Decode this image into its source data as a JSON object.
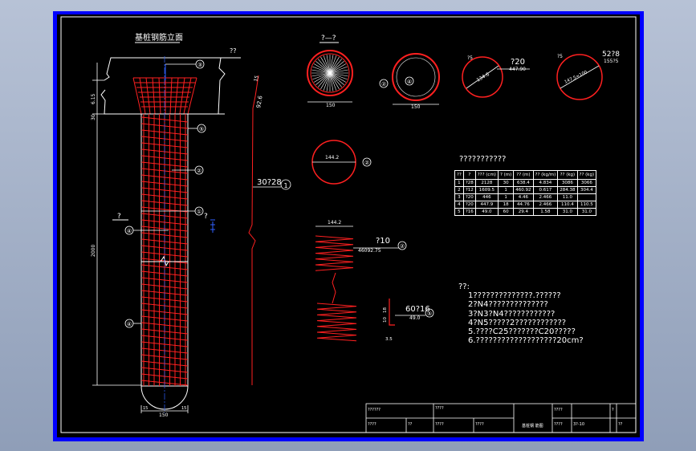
{
  "drawing": {
    "elevation_title": "基桩钢筋立面",
    "section_title": "?—?",
    "section_marker": "?",
    "callouts": [
      "③",
      "⑤",
      "②",
      "①",
      "④",
      "④",
      "①",
      "②",
      "⑤"
    ],
    "dims": {
      "top_h": "6.15",
      "top_small": "30",
      "main_len": "2000",
      "bottom_dia": "150",
      "bottom_left": "15",
      "bottom_right": "15",
      "circle1_dia": "150",
      "circle2_dia": "150",
      "spiral_w": "144.2",
      "bar2_dia": "144.2"
    },
    "bar_labels": {
      "bar1": "30?28",
      "bar1_vert": "92.6",
      "bar1_top": "15",
      "bar3": "?20",
      "bar3_sub": "447.90",
      "bar3_dim": "134.6",
      "bar3_top": "?5",
      "bar4_top": "52?8",
      "bar4_sub": "155?5",
      "bar4_dim": "147.5=100",
      "spiral": "?10",
      "spiral_sub": "46092.75",
      "bar5": "60?16",
      "bar5_sub": "49.0",
      "bar5_v": "10",
      "bar5_v2": "18",
      "bar5_bottom": "3.5",
      "cap_label": "??",
      "side_label": "?"
    }
  },
  "table": {
    "title": "???????????",
    "headers": [
      "??",
      "?",
      "???\n(cm)",
      "?\n(m)",
      "??\n(m)",
      "??\n(kg/m)",
      "??\n(kg)",
      "??\n(kg)"
    ],
    "rows": [
      [
        "1",
        "?28",
        "2128",
        "30",
        "638.4",
        "4.834",
        "3086",
        "3066"
      ],
      [
        "2",
        "?12",
        "1609.5",
        "1",
        "460.92",
        "0.617",
        "284.38",
        "304.4"
      ],
      [
        "3",
        "?20",
        "446",
        "1",
        "4.46",
        "2.466",
        "11.0",
        ""
      ],
      [
        "4",
        "?20",
        "447.9",
        "18",
        "44.76",
        "2.466",
        "110.4",
        "110.5"
      ],
      [
        "5",
        "?16",
        "49.0",
        "60",
        "29.4",
        "1.58",
        "31.0",
        "31.0"
      ]
    ]
  },
  "notes": {
    "title": "??:",
    "lines": [
      "1??????????????.??????",
      "2?N4??????????????",
      "3?N3?N4????????????",
      "4?N5?????2????????????",
      "5.????C25???????C20?????",
      "6.???????????????????20cm?"
    ]
  },
  "title_block": {
    "c1": "??????",
    "c2": "????",
    "c3": "????",
    "c4": "??",
    "c5": "????",
    "c6": "????",
    "c7": "????",
    "c8": "????",
    "c9": "基桩钢 筋图",
    "c10": "??",
    "c11": "3?-10",
    "c12": "?",
    "c13": "?",
    "c14": "??"
  }
}
